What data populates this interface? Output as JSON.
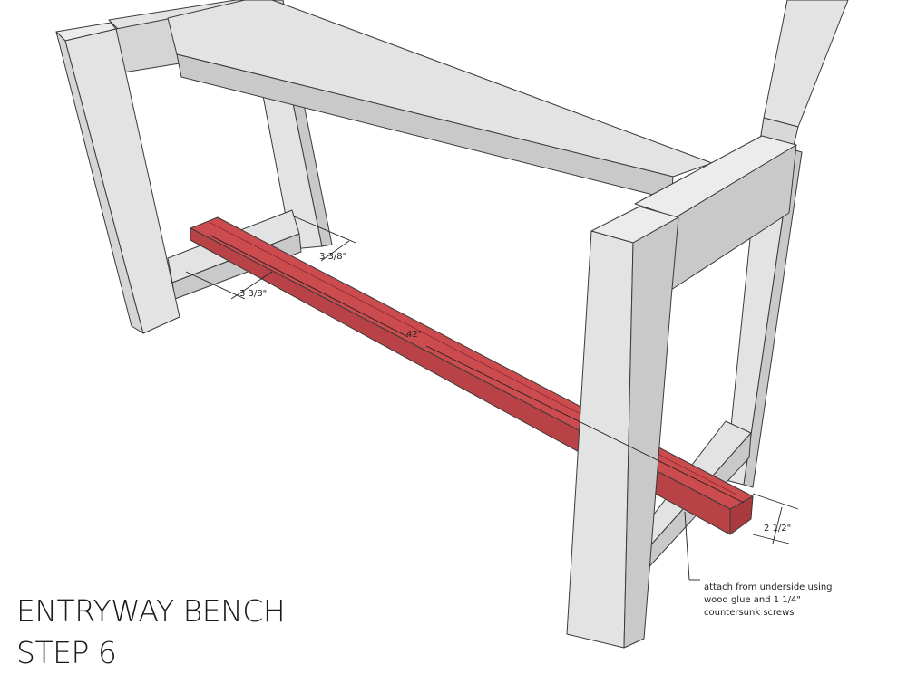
{
  "title": {
    "line1": "ENTRYWAY BENCH",
    "line2": "STEP 6"
  },
  "dimensions": {
    "upper_offset": "3 3/8\"",
    "lower_offset": "3 3/8\"",
    "board_length": "42\"",
    "board_width": "2 1/2\""
  },
  "note": {
    "line1": "attach from underside using",
    "line2": "wood glue and 1 1/4\"",
    "line3": "countersunk screws"
  },
  "colors": {
    "wood": "#e3e3e3",
    "wood_shade": "#c9c9c9",
    "wood_dark": "#b3b3b3",
    "highlight": "#cc4b4f",
    "highlight_shade": "#a93b3f"
  }
}
